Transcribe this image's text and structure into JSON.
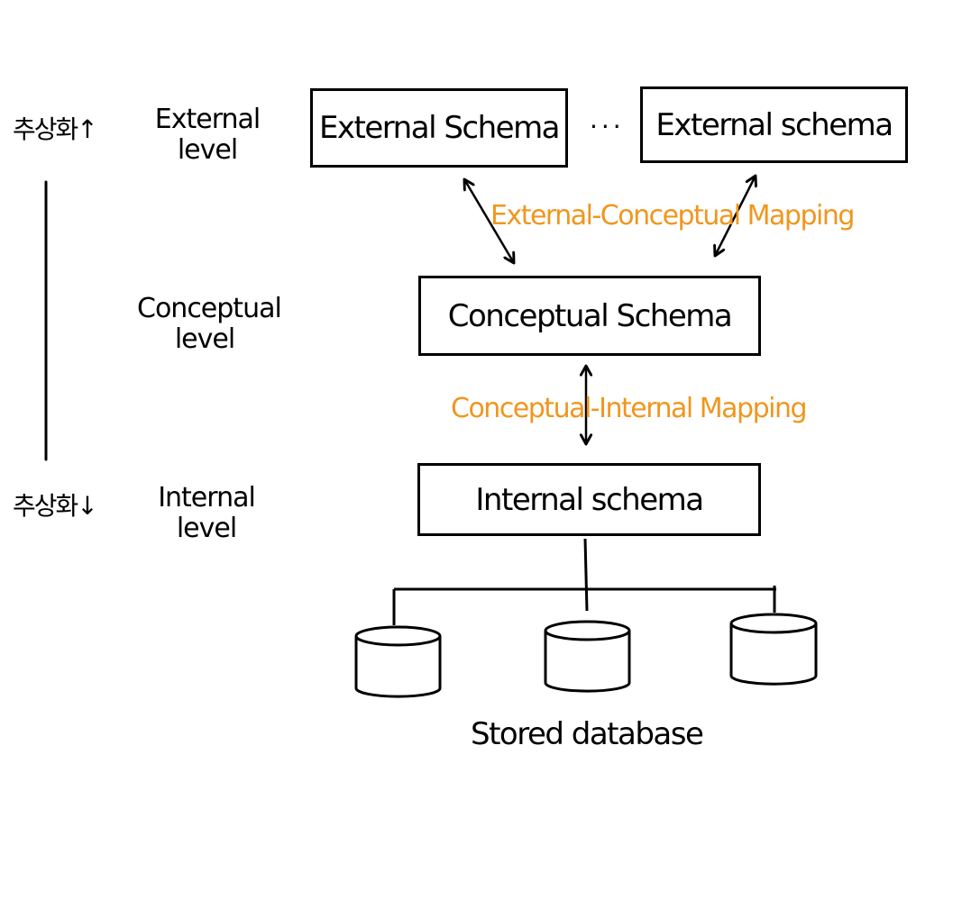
{
  "abstraction": {
    "high": "추상화↑",
    "low": "추상화↓"
  },
  "levels": {
    "external": [
      "External",
      "level"
    ],
    "conceptual": [
      "Conceptual",
      "level"
    ],
    "internal": [
      "Internal",
      "level"
    ]
  },
  "schemas": {
    "external_1": "External Schema",
    "ellipsis": "···",
    "external_2": "External schema",
    "conceptual": "Conceptual Schema",
    "internal": "Internal schema"
  },
  "mappings": {
    "external_conceptual": "External-Conceptual Mapping",
    "conceptual_internal": "Conceptual-Internal Mapping",
    "color": "#f0961e"
  },
  "storage": {
    "label": "Stored database",
    "disk_count": 3
  }
}
